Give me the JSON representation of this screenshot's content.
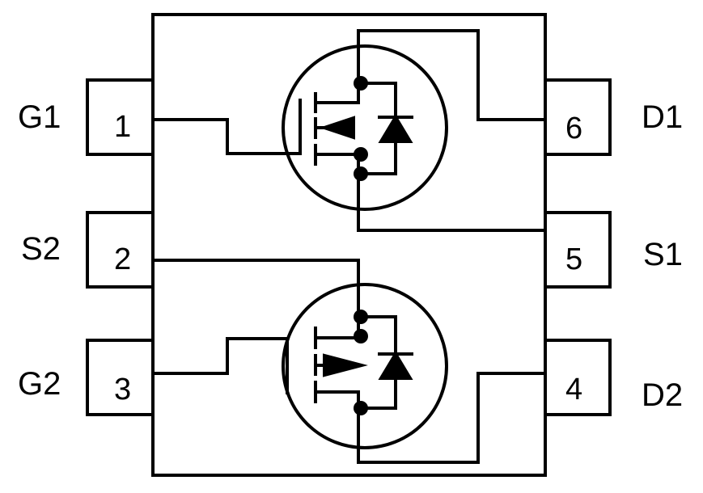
{
  "diagram": {
    "colors": {
      "line": "#000000",
      "background": "#ffffff"
    },
    "pins": [
      {
        "number": "1",
        "name": "G1"
      },
      {
        "number": "2",
        "name": "S2"
      },
      {
        "number": "3",
        "name": "G2"
      },
      {
        "number": "4",
        "name": "D2"
      },
      {
        "number": "5",
        "name": "S1"
      },
      {
        "number": "6",
        "name": "D1"
      }
    ]
  }
}
